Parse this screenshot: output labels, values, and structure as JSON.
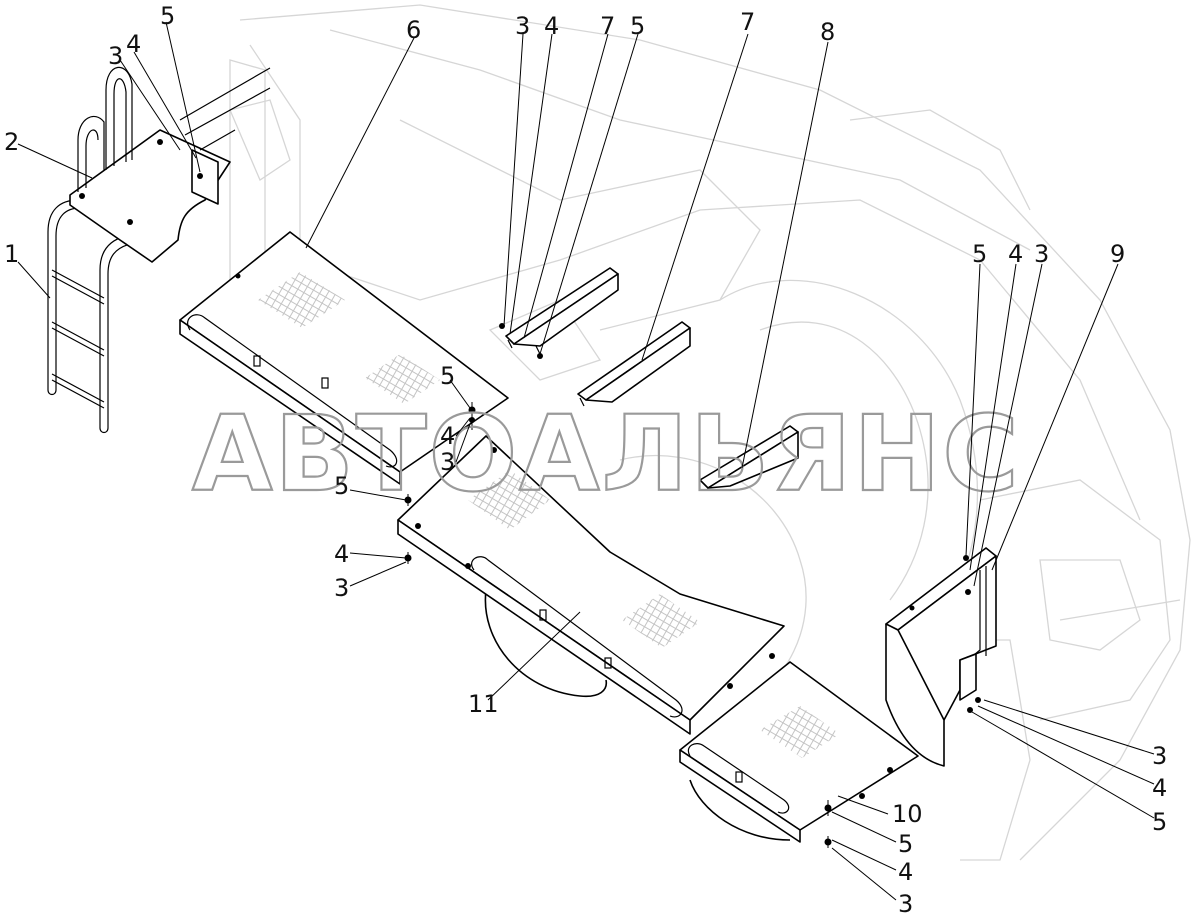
{
  "watermark": "АВТОАЛЬЯНС",
  "callouts": {
    "c1": "1",
    "c2": "2",
    "c3a": "3",
    "c4a": "4",
    "c5a": "5",
    "c6": "6",
    "c3b": "3",
    "c4b": "4",
    "c7a": "7",
    "c5b": "5",
    "c7b": "7",
    "c8": "8",
    "c5c": "5",
    "c4c": "4",
    "c3c": "3",
    "c9": "9",
    "c5d": "5",
    "c4d": "4",
    "c3d": "3",
    "c5e": "5",
    "c4e": "4",
    "c3e": "3",
    "c11": "11",
    "c3f": "3",
    "c4f": "4",
    "c5f": "5",
    "c10": "10",
    "c5g": "5",
    "c4g": "4",
    "c3g": "3"
  }
}
